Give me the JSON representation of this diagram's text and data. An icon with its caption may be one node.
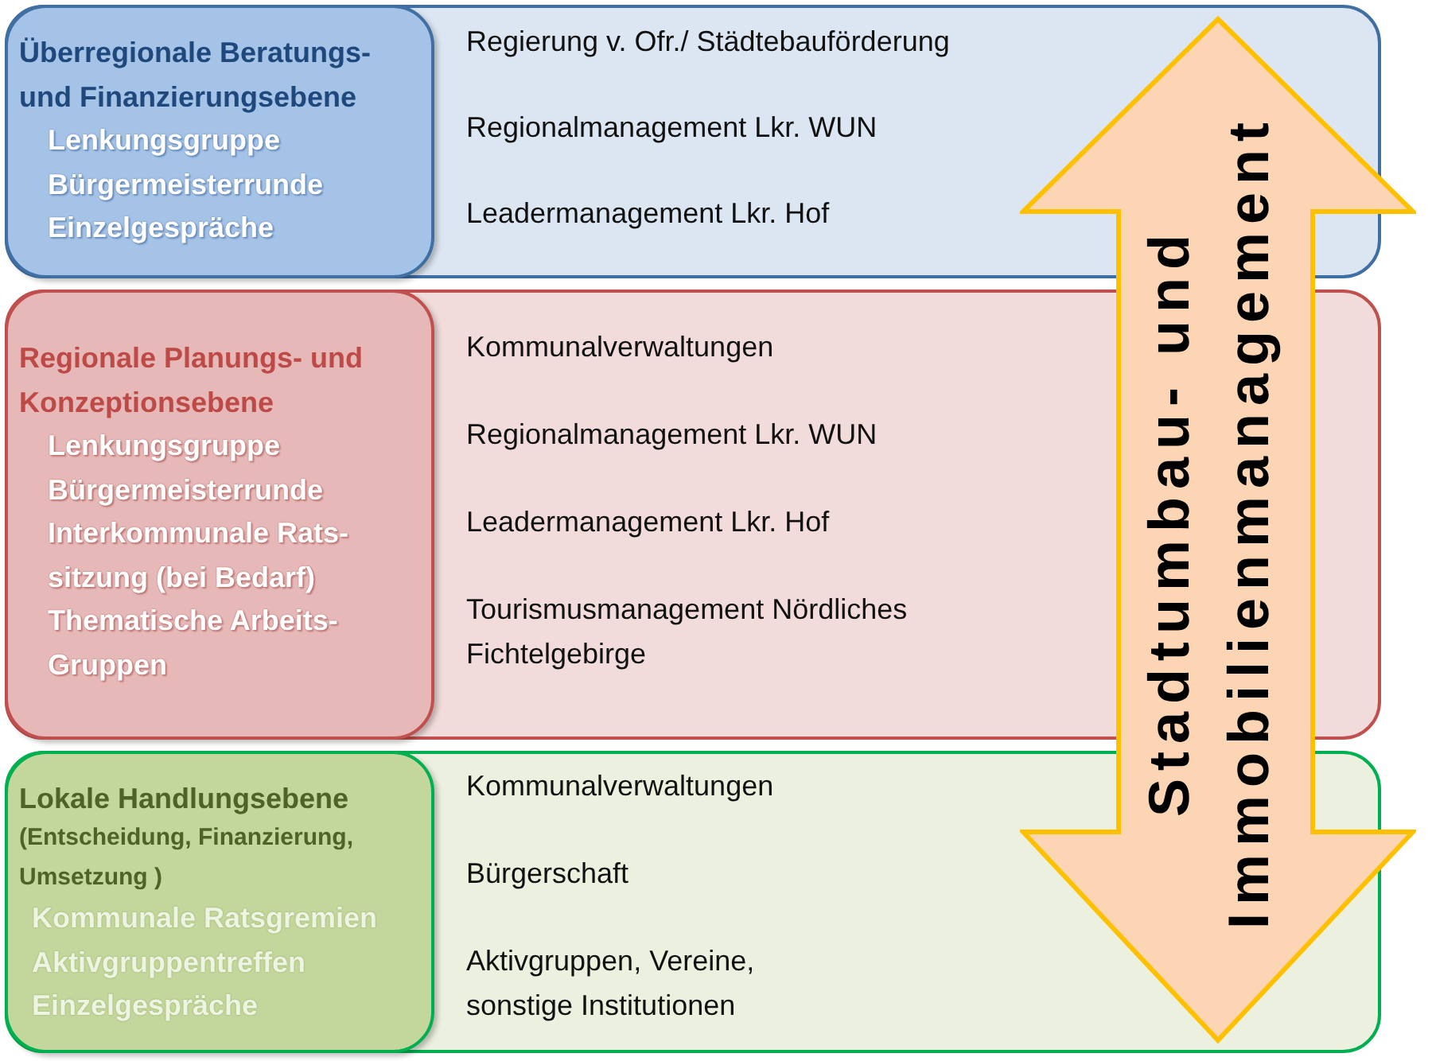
{
  "diagram": {
    "nodes": [
      {
        "text": [
          "Regierung v. Ofr./ Städtebauförderung",
          "Regionalmanagement Lkr. WUN",
          "Leadermanagement Lkr. Hof"
        ]
      },
      {
        "text": [
          "Überregionale Beratungs- und Finanzierungsebene",
          "Lenkungsgruppe",
          "Bürgermeisterrunde",
          "Einzelgespräche"
        ],
        "in": 0
      },
      {
        "text": [
          "Kommunalverwaltungen",
          "Regionalmanagement Lkr. WUN",
          "Leadermanagement Lkr. Hof",
          "Tourismusmanagement Nördliches Fichtelgebirge"
        ]
      },
      {
        "text": [
          "Regionale Planungs- und Konzeptionsebene",
          "Lenkungsgruppe",
          "Bürgermeisterrunde",
          "Interkommunale Rats- sitzung (bei Bedarf)",
          "Thematische Arbeits- Gruppen"
        ],
        "in": 2
      },
      {
        "text": [
          "Kommunalverwaltungen",
          "Bürgerschaft",
          "Aktivgruppen, Vereine, sonstige Institutionen"
        ]
      },
      {
        "text": [
          "Lokale Handlungsebene",
          "(Entscheidung, Finanzierung, Umsetzung )",
          "Kommunale Ratsgremien",
          "Aktivgruppentreffen",
          "Einzelgespräche"
        ],
        "in": 4
      },
      {
        "text": [
          "Stadtumbau- und Immobilienmanagement"
        ]
      }
    ]
  }
}
